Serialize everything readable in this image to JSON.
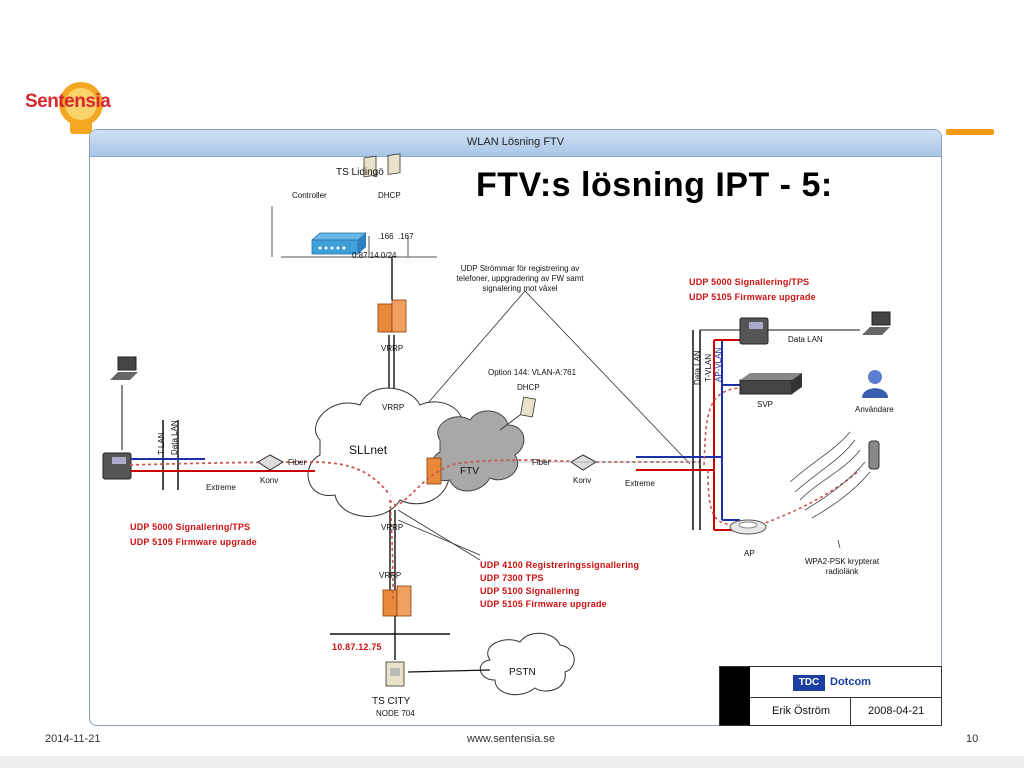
{
  "slide": {
    "title": "FTV:s lösning IPT - 5:",
    "logo_text": "Sentensia",
    "window_title": "WLAN Lösning FTV"
  },
  "footer": {
    "date": "2014-11-21",
    "url": "www.sentensia.se",
    "page": "10"
  },
  "diagram": {
    "ts_lidingo": "TS Lidingö",
    "controller": "Controller",
    "dhcp_top": "DHCP",
    "ip166": ".166",
    "ip167": ".167",
    "subnet_top": "0.87.14.0/24",
    "vrrp1": "VRRP",
    "vrrp2": "VRRP",
    "vrrp3": "VRRP",
    "vrrp4": "VRRP",
    "udp_note_1": "UDP Strömmar för registrering av",
    "udp_note_2": "telefoner, uppgradering av FW samt",
    "udp_note_3": "signalering mot växel",
    "option144": "Option 144: VLAN-A:761",
    "dhcp_mid": "DHCP",
    "sllnet": "SLLnet",
    "ftv": "FTV",
    "fiber_left": "Fiber",
    "fiber_right": "Fiber",
    "konv_left": "Konv",
    "konv_right": "Konv",
    "extreme_left": "Extreme",
    "extreme_right": "Extreme",
    "t_lan": "T LAN",
    "data_lan_left": "Data LAN",
    "data_lan_right_v": "Data LAN",
    "t_vlan": "T-VLAN",
    "ap_vlan": "AP-VLAN",
    "data_lan_h": "Data LAN",
    "svp": "SVP",
    "anvandare": "Användare",
    "ap": "AP",
    "wpa_1": "WPA2-PSK krypterat",
    "wpa_2": "radiolänk",
    "red_right_1": "UDP 5000 Signallering/TPS",
    "red_right_2": "UDP 5105 Firmware upgrade",
    "red_left_1": "UDP 5000 Signallering/TPS",
    "red_left_2": "UDP 5105 Firmware upgrade",
    "red_mid_1": "UDP 4100 Registreringssignallering",
    "red_mid_2": "UDP 7300 TPS",
    "red_mid_3": "UDP 5100 Signallering",
    "red_mid_4": "UDP 5105 Firmware upgrade",
    "ip_bottom": "10.87.12.75",
    "pstn": "PSTN",
    "ts_city": "TS CITY",
    "node": "NODE 704"
  },
  "tdc_box": {
    "brand_tdc": "TDC",
    "brand_dotcom": "Dotcom",
    "author": "Erik Öström",
    "date": "2008-04-21"
  },
  "colors": {
    "red_text": "#cc1111",
    "accent_orange": "#f39c12",
    "lan_red": "#cc0000",
    "lan_blue": "#1a2fa8"
  }
}
